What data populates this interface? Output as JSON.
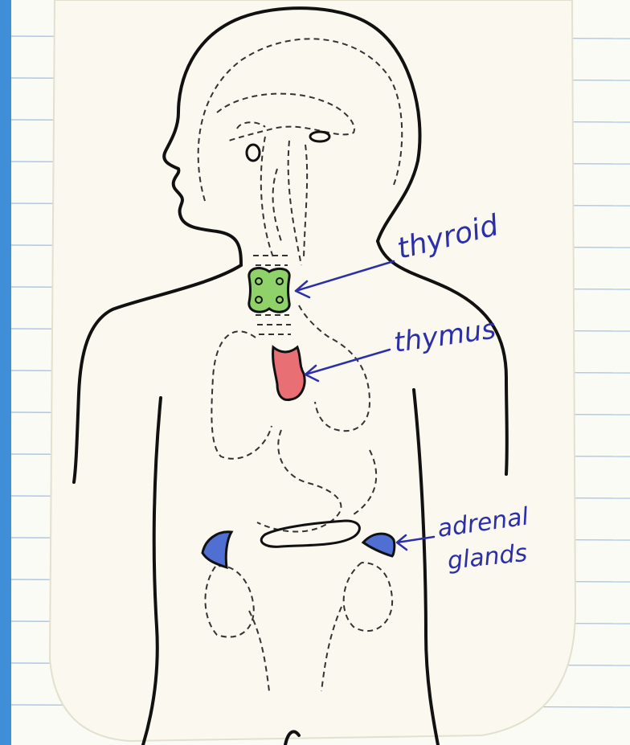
{
  "diagram": {
    "labels": {
      "thyroid": "thyroid",
      "thymus": "thymus",
      "adrenal_line1": "adrenal",
      "adrenal_line2": "glands"
    },
    "colors": {
      "background_blue": "#3f8fd8",
      "notebook_paper": "#fbfbf6",
      "card_paper": "#faf8ef",
      "ruled_line": "#9bbce6",
      "outline": "#111111",
      "dashed_organs": "#333333",
      "thyroid_fill": "#8fd26a",
      "thymus_fill": "#e86f74",
      "adrenal_fill": "#4f6fd3",
      "label_ink": "#2b2fa8"
    }
  }
}
